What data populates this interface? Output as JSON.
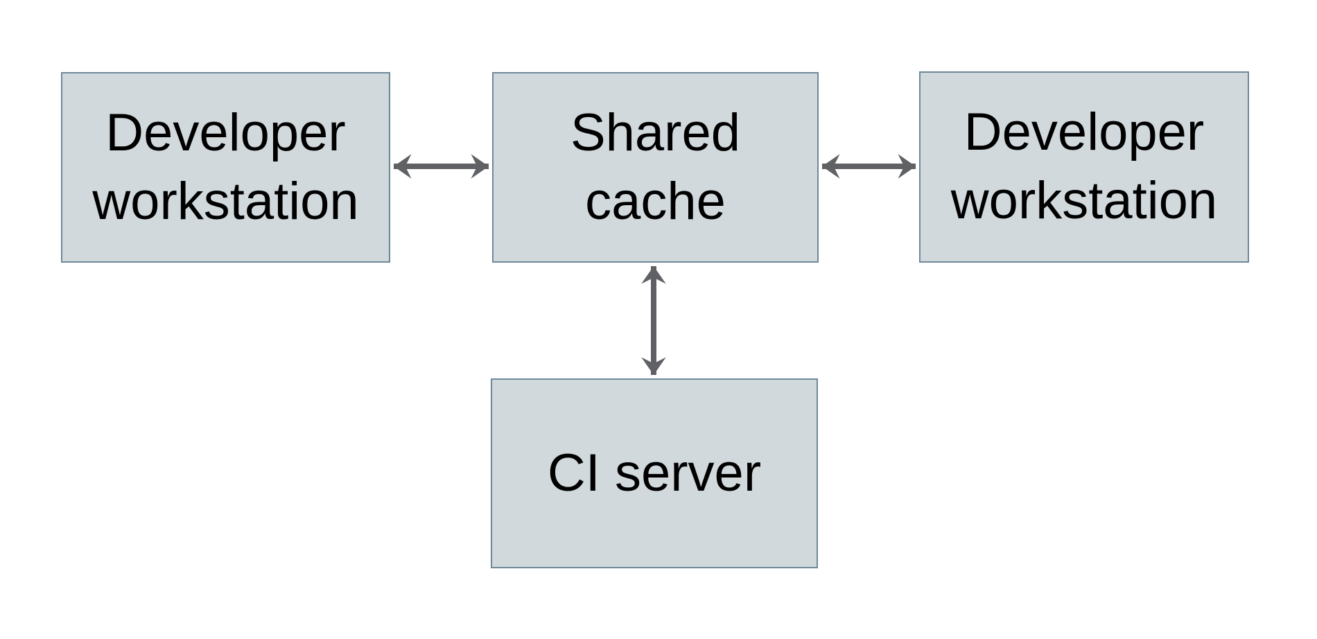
{
  "diagram": {
    "type": "architecture-diagram",
    "background": "#ffffff",
    "nodes": [
      {
        "id": "dev-left",
        "label": "Developer\nworkstation"
      },
      {
        "id": "shared-cache",
        "label": "Shared\ncache"
      },
      {
        "id": "dev-right",
        "label": "Developer\nworkstation"
      },
      {
        "id": "ci-server",
        "label": "CI server"
      }
    ],
    "edges": [
      {
        "from": "dev-left",
        "to": "shared-cache",
        "direction": "bidirectional",
        "orientation": "horizontal"
      },
      {
        "from": "shared-cache",
        "to": "dev-right",
        "direction": "bidirectional",
        "orientation": "horizontal"
      },
      {
        "from": "shared-cache",
        "to": "ci-server",
        "direction": "bidirectional",
        "orientation": "vertical"
      }
    ],
    "colors": {
      "node_fill": "#d1d9dc",
      "node_border": "#6e8898",
      "arrow": "#5f6164",
      "text": "#000000",
      "background": "#ffffff"
    }
  }
}
